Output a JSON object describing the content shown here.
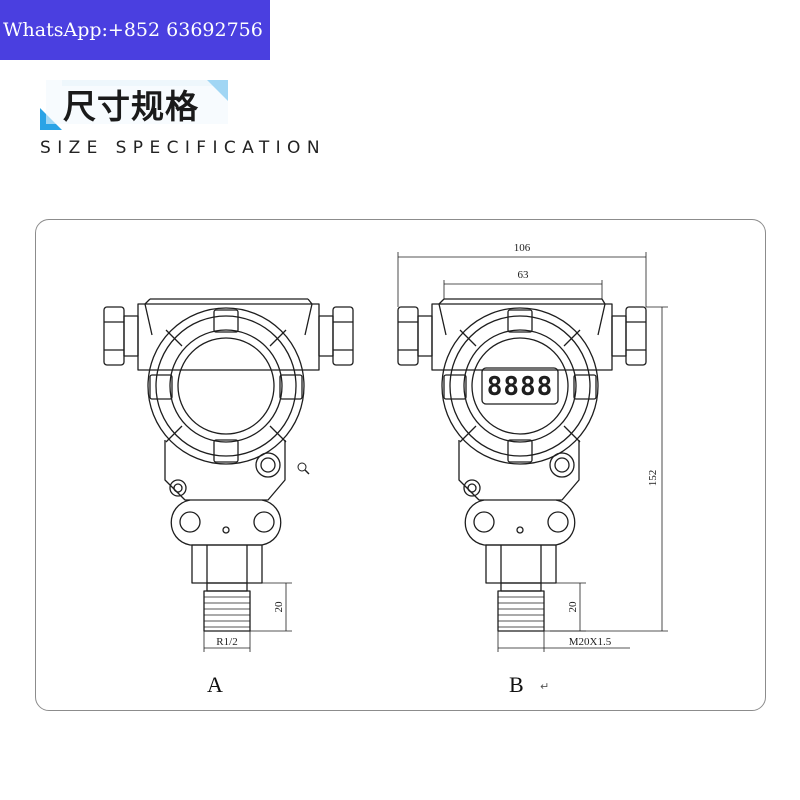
{
  "contact_banner": {
    "text": "WhatsApp:+852 63692756",
    "color": "#4a3fe0"
  },
  "heading": {
    "title_cn": "尺寸规格",
    "title_en": "SIZE SPECIFICATION",
    "accent": "#2aa3e6"
  },
  "drawing": {
    "views": [
      {
        "label": "A",
        "thread": "R1/2",
        "thread_length": "20"
      },
      {
        "label": "B",
        "thread": "M20X1.5",
        "thread_length": "20",
        "width_total": "106",
        "width_body": "63",
        "height_total": "152",
        "display_digits": "8888"
      }
    ],
    "return_mark": "↵"
  }
}
